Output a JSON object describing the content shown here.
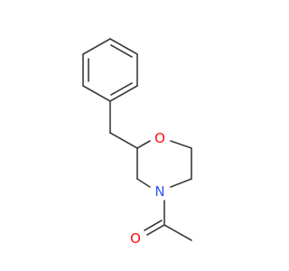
{
  "molecule": {
    "atoms": [
      {
        "element": "O",
        "label": "O",
        "color": "#ff0d0d"
      },
      {
        "element": "N",
        "label": "N",
        "color": "#3050f8"
      },
      {
        "element": "O",
        "label": "O",
        "color": "#ff0d0d"
      }
    ],
    "bond_color": "#3a3a3a"
  }
}
